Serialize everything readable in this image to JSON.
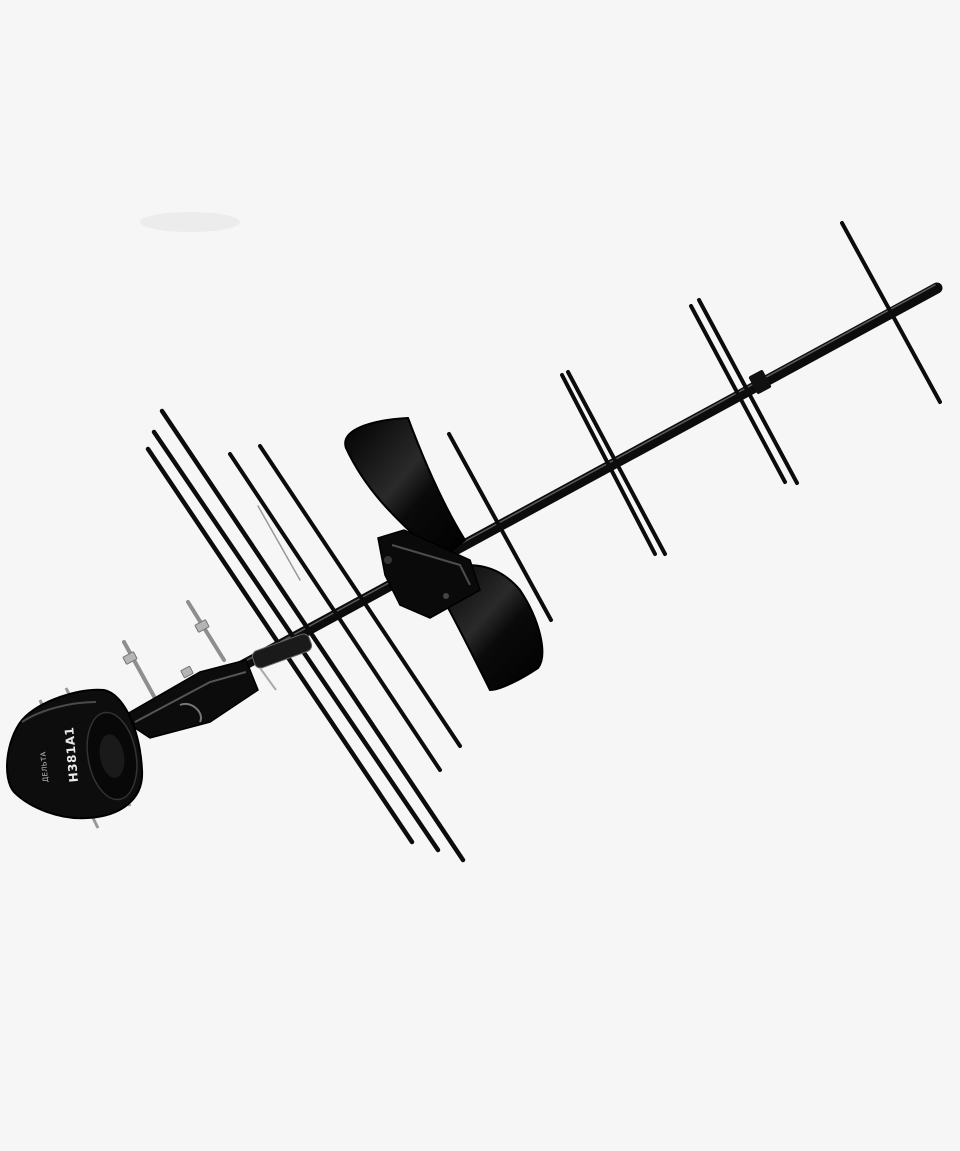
{
  "photo": {
    "subject": "yagi-antenna",
    "background_color": "#f6f6f6",
    "housing": {
      "model_text": "H381A1",
      "brand_text": "ДЕЛЬТА"
    },
    "colors": {
      "metal": "#0e0e0e",
      "highlight": "#5a5a5a",
      "bolt": "#9a9a9a"
    }
  }
}
